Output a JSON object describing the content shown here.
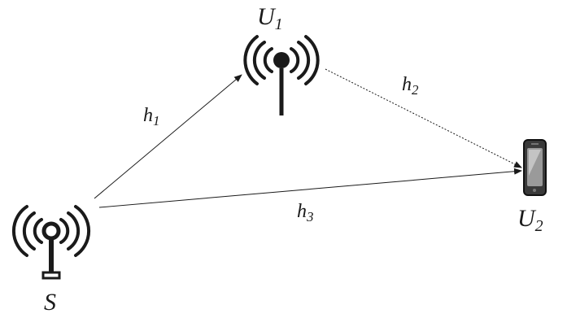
{
  "nodes": {
    "source": {
      "name": "S"
    },
    "relay": {
      "base": "U",
      "sub": "1"
    },
    "destination": {
      "base": "U",
      "sub": "2"
    }
  },
  "links": {
    "h1": {
      "base": "h",
      "sub": "1",
      "style": "solid"
    },
    "h2": {
      "base": "h",
      "sub": "2",
      "style": "dashed"
    },
    "h3": {
      "base": "h",
      "sub": "3",
      "style": "solid"
    }
  },
  "icons": {
    "source": "antenna-tower-icon",
    "relay": "antenna-tower-icon",
    "destination": "smartphone-icon"
  },
  "colors": {
    "ink": "#1a1a1a",
    "phone_screen": "#9a9a9a",
    "phone_body": "#3a3a3a"
  }
}
